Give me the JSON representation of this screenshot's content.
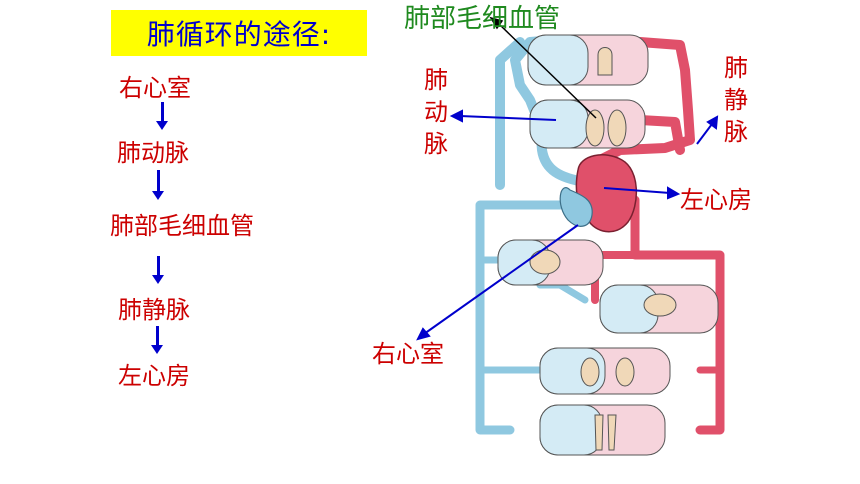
{
  "title": "肺循环的途径:",
  "steps": [
    "右心室",
    "肺动脉",
    "肺部毛细血管",
    "肺静脉",
    "左心房"
  ],
  "diagram": {
    "label_capillary": "肺部毛细血管",
    "label_artery": [
      "肺",
      "动",
      "脉"
    ],
    "label_vein": [
      "肺",
      "静",
      "脉"
    ],
    "label_left_atrium": "左心房",
    "label_right_ventricle": "右心室"
  },
  "colors": {
    "artery_red": "#e0506a",
    "vein_blue": "#8fc8e0",
    "text_red": "#cc0000",
    "arrow_blue": "#0000cc",
    "green": "#1f8a1f"
  }
}
